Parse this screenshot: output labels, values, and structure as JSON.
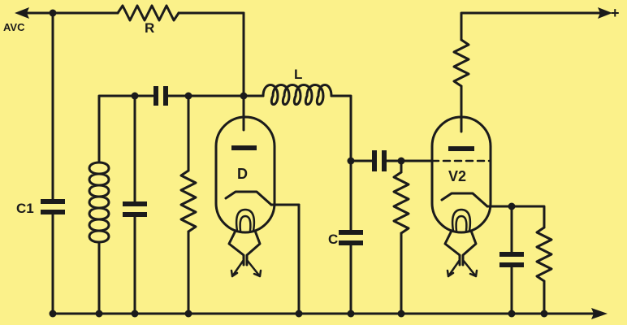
{
  "labels": {
    "avc": "AVC",
    "r": "R",
    "l": "L",
    "c1": "C1",
    "c": "C",
    "d": "D",
    "v2": "V2",
    "plus": "+"
  },
  "colors": {
    "background": "#fbf18a",
    "ink": "#1b1b1b"
  }
}
